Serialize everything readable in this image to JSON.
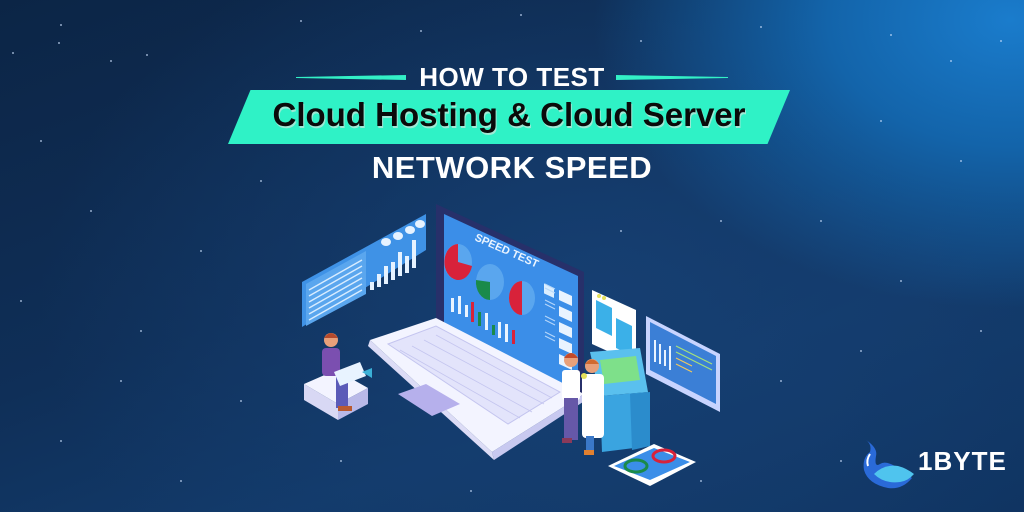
{
  "headline": {
    "line1": "HOW TO TEST",
    "line2": "Cloud Hosting & Cloud Server",
    "line3": "NETWORK SPEED"
  },
  "illustration": {
    "screen_title": "SPEED TEST",
    "description": "Isometric laptop showing a speed test dashboard with pie charts and bar graphs, floating data panels, a man working on a laptop and two scientists at a console"
  },
  "brand": {
    "logo_icon": "whale-icon",
    "name": "1BYTE"
  },
  "colors": {
    "accent": "#2ff2c6",
    "background_dark": "#0c2546",
    "background_light": "#1a7ccc",
    "chart_red": "#d8223a",
    "chart_green": "#1a8a4a",
    "screen_blue": "#3b8ee8"
  }
}
